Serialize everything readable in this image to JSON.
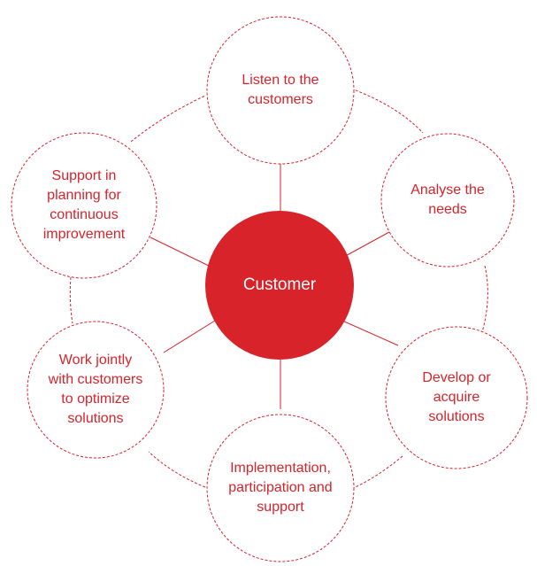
{
  "colors": {
    "accent": "#d8232a",
    "background": "#ffffff",
    "center_text": "#ffffff"
  },
  "center": {
    "label": "Customer"
  },
  "nodes": [
    {
      "label": "Listen to the\ncustomers"
    },
    {
      "label": "Analyse the\nneeds"
    },
    {
      "label": "Develop or\nacquire\nsolutions"
    },
    {
      "label": "Implementation,\nparticipation and\nsupport"
    },
    {
      "label": "Work jointly\nwith customers\nto optimize\nsolutions"
    },
    {
      "label": "Support in\nplanning for\ncontinuous\nimprovement"
    }
  ]
}
